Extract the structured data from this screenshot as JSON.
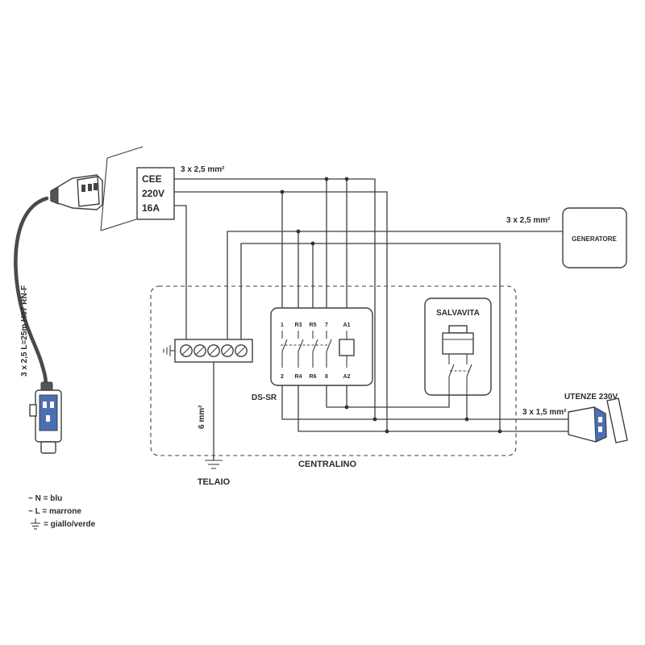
{
  "diagram": {
    "cee_socket": {
      "line1": "CEE",
      "line2": "220V",
      "line3": "16A"
    },
    "cables": {
      "cee_feed": "3 x 2,5 mm²",
      "generator_feed": "3 x 2,5 mm²",
      "utenze_feed": "3 x 1,5 mm²",
      "main_cable": "3 x 2,5  L=25m  H07 RN-F",
      "earth_cable": "6 mm²"
    },
    "boxes": {
      "generatore": "GENERATORE",
      "salvavita": "SALVAVITA",
      "centralino": "CENTRALINO",
      "relay": "DS-SR",
      "telaio": "TELAIO",
      "utenze": "UTENZE 230V"
    },
    "relay_terminals": {
      "top": [
        "1",
        "R3",
        "R5",
        "7",
        "A1"
      ],
      "bottom": [
        "2",
        "R4",
        "R6",
        "8",
        "A2"
      ]
    },
    "legend": [
      "~ N = blu",
      "~ L = marrone",
      "= giallo/verde"
    ]
  },
  "colors": {
    "line": "#3f3f3f",
    "text": "#2b2b2b",
    "plug_blue": "#4a6fb5"
  }
}
